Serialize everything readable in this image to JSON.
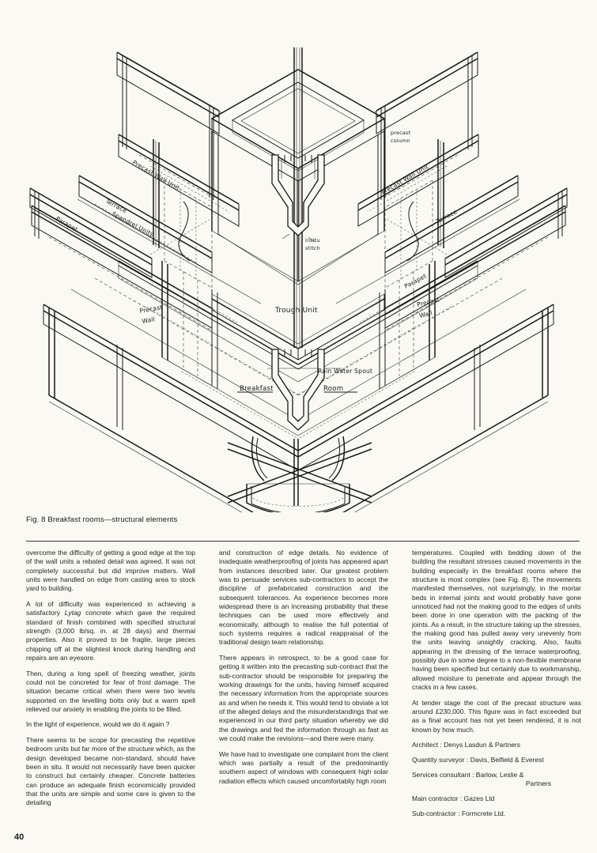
{
  "page": {
    "number": "40",
    "background_color": "#faf9f4",
    "ink_color": "#2a2724"
  },
  "figure": {
    "caption": "Fig. 8 Breakfast rooms—structural elements",
    "type": "isometric-architectural-drawing",
    "labels": {
      "parapet_left": "Parapet",
      "terrace_spandrel_units": "Terrace\nSpandrel Units",
      "precast_wall_unit_left": "Precast Wall Unit",
      "precast_column": "precast\ncolumn",
      "precast_wall_unit_right": "Precast Wall Unit",
      "terrace_right": "Terrace",
      "parapet_right": "Parapet",
      "insitu_stitch": "insitu\nstitch",
      "trough_unit": "Trough Unit",
      "precast_wall_left": "Precast\nWall",
      "precast_wall_right": "Precast\nWall",
      "rain_water_spout": "Rain Water Spout",
      "breakfast_room": "Breakfast          Room"
    },
    "label_text": {
      "parapet_left": "Parapet",
      "terrace_spandrel_line1": "Terrace",
      "terrace_spandrel_line2": "Spandrel Units",
      "precast_wall_unit_left": "Precast Wall Unit",
      "precast_column_line1": "precast",
      "precast_column_line2": "column",
      "precast_wall_unit_right": "Precast Wall Unit",
      "terrace_right": "Terrace",
      "parapet_right": "Parapet",
      "insitu_line1": "insitu",
      "insitu_line2": "stitch",
      "trough_unit": "Trough Unit",
      "precast_wall_left_line1": "Precast",
      "precast_wall_left_line2": "Wall",
      "precast_wall_right_line1": "Precast",
      "precast_wall_right_line2": "Wall",
      "rain_water_spout": "Rain Water Spout",
      "breakfast": "Breakfast",
      "room": "Room"
    }
  },
  "columns": {
    "col1": {
      "paragraphs": [
        "overcome the difficulty of getting a good edge at the top of the wall units a rebated detail was agreed. It was not completely successful but did improve matters. Wall units were handled on edge from casting area to stock yard to building.",
        "A lot of difficulty was experienced in achieving a satisfactory Lytag concrete which gave the required standard of finish combined with specified structural strength (3,000 lb/sq. in. at 28 days) and thermal properties. Also it proved to be fragile, large pieces chipping off at the slightest knock during handling and repairs are an eyesore.",
        "Then, during a long spell of freezing weather, joints could not be concreted for fear of frost damage. The situation became critical when there were two levels supported on the levelling bolts only but a warm spell relieved our anxiety in enabling the joints to be filled.",
        "In the light of experience, would we do it again ?",
        "There seems to be scope for precasting the repetitive bedroom units but far more of the structure which, as the design developed became non-standard, should have been in situ. It would not necessarily have been quicker to construct but certainly cheaper. Concrete batteries can produce an adequate finish economically provided that the units are simple and some care is given to the detailing"
      ],
      "p2_pre": "A lot of difficulty was experienced in achieving a satisfactory ",
      "p2_italic": "Lytag",
      "p2_post": " concrete which gave the required standard of finish combined with specified structural strength (3,000 lb/sq. in. at 28 days) and thermal properties. Also it proved to be fragile, large pieces chipping off at the slightest knock during handling and repairs are an eyesore."
    },
    "col2": {
      "paragraphs": [
        "and construction of edge details. No evidence of inadequate weatherproofing of joints has appeared apart from instances described later. Our greatest problem was to persuade services sub-contractors to accept the discipline of prefabricated construction and the subsequent tolerances. As experience becomes more widespread there is an increasing probability that these techniques can be used more effectively and economically, although to realise the full potential of such systems requires a radical reappraisal of the traditional design team relationship.",
        "There appears in retrospect, to be a good case for getting it written into the precasting sub-contract that the sub-contractor should be responsible for preparing the working drawings for the units, having himself acquired the necessary information from the appropriate sources as and when he needs it. This would tend to obviate a lot of the alleged delays and the misunderstandings that we experienced in our third party situation whereby we did the drawings and fed the information through as fast as we could make the revisions—and there were many.",
        "We have had to investigate one complaint from the client which was partially a result of the predominantly southern aspect of windows with consequent high solar radiation effects which caused uncomfortabliy high room"
      ]
    },
    "col3": {
      "paragraphs": [
        "temperatures. Coupled with bedding down of the building the resultant stresses caused movements in the building especially in the breakfast rooms where the structure is most complex (see Fig. 8). The movements manifested themselves, not surprisingly, in the mortar beds in internal joints and would probably have gone unnoticed had not the making good to the edges of units been done in one operation with the packing of the joints. As a result, in the structure taking up the stresses, the making good has pulled away very unevenly from the units leaving unsightly cracking. Also, faults appearing in the dressing of the terrace waterproofing, possibly due in some degree to a non-flexible membrane having been specified but certainly due to workmanship, allowed moisture to penetrate and appear through the cracks in a few cases.",
        "At tender stage the cost of the precast structure was around £230,000. This figure was in fact exceeded but as a final account has not yet been rendered, it is not known by how much."
      ],
      "credits": [
        {
          "role_value": "Architect : Denys Lasdun & Partners",
          "continuation": ""
        },
        {
          "role_value": "Quantity surveyor : Davis, Belfield & Everest",
          "continuation": ""
        },
        {
          "role_value": "Services consultant : Barlow, Leslie &",
          "continuation": "Partners"
        },
        {
          "role_value": "Main contractor : Gazes Ltd",
          "continuation": ""
        },
        {
          "role_value": "Sub-contractor : Formcrete Ltd.",
          "continuation": ""
        }
      ]
    }
  }
}
